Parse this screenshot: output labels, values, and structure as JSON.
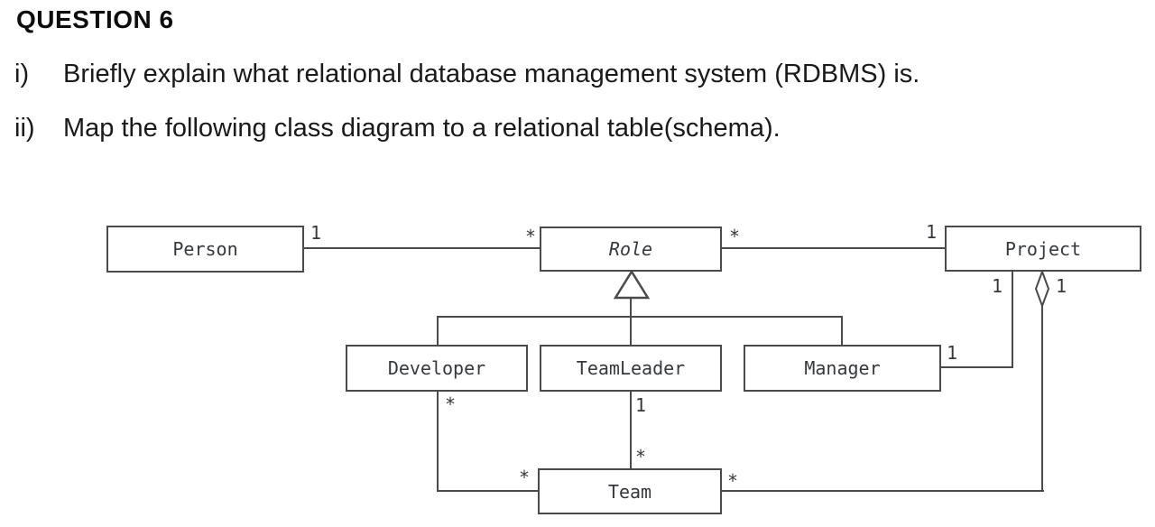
{
  "header": {
    "title": "QUESTION 6",
    "item1": {
      "marker": "i)",
      "text": "Briefly explain what relational database management system (RDBMS) is."
    },
    "item2": {
      "marker": "ii)",
      "text": "Map the following class diagram to a relational table(schema)."
    }
  },
  "diagram": {
    "classes": {
      "person": "Person",
      "role": "Role",
      "project": "Project",
      "developer": "Developer",
      "teamleader": "TeamLeader",
      "manager": "Manager",
      "team": "Team"
    },
    "mult": {
      "person_1": "1",
      "role_left_star": "*",
      "role_right_star": "*",
      "project_1": "1",
      "project_mgr_1": "1",
      "project_agg_1": "1",
      "manager_1": "1",
      "developer_star": "*",
      "teamleader_1": "1",
      "team_top_star": "*",
      "team_left_star": "*",
      "team_right_star": "*"
    },
    "relations": [
      {
        "type": "association",
        "from": "Person",
        "to": "Role",
        "from_mult": "1",
        "to_mult": "*"
      },
      {
        "type": "association",
        "from": "Role",
        "to": "Project",
        "from_mult": "*",
        "to_mult": "1"
      },
      {
        "type": "inheritance",
        "parent": "Role",
        "children": [
          "Developer",
          "TeamLeader",
          "Manager"
        ]
      },
      {
        "type": "association",
        "from": "Developer",
        "to": "Team",
        "from_mult": "*",
        "to_mult": "*"
      },
      {
        "type": "association",
        "from": "TeamLeader",
        "to": "Team",
        "from_mult": "1",
        "to_mult": "*"
      },
      {
        "type": "association",
        "from": "Manager",
        "to": "Project",
        "from_mult": "1",
        "to_mult": "1"
      },
      {
        "type": "aggregation",
        "whole": "Project",
        "part": "Team",
        "whole_mult": "1",
        "part_mult": "*"
      }
    ],
    "colors": {
      "line": "#4a4a4a",
      "text": "#35383c"
    },
    "abstract_classes": [
      "Role"
    ]
  }
}
